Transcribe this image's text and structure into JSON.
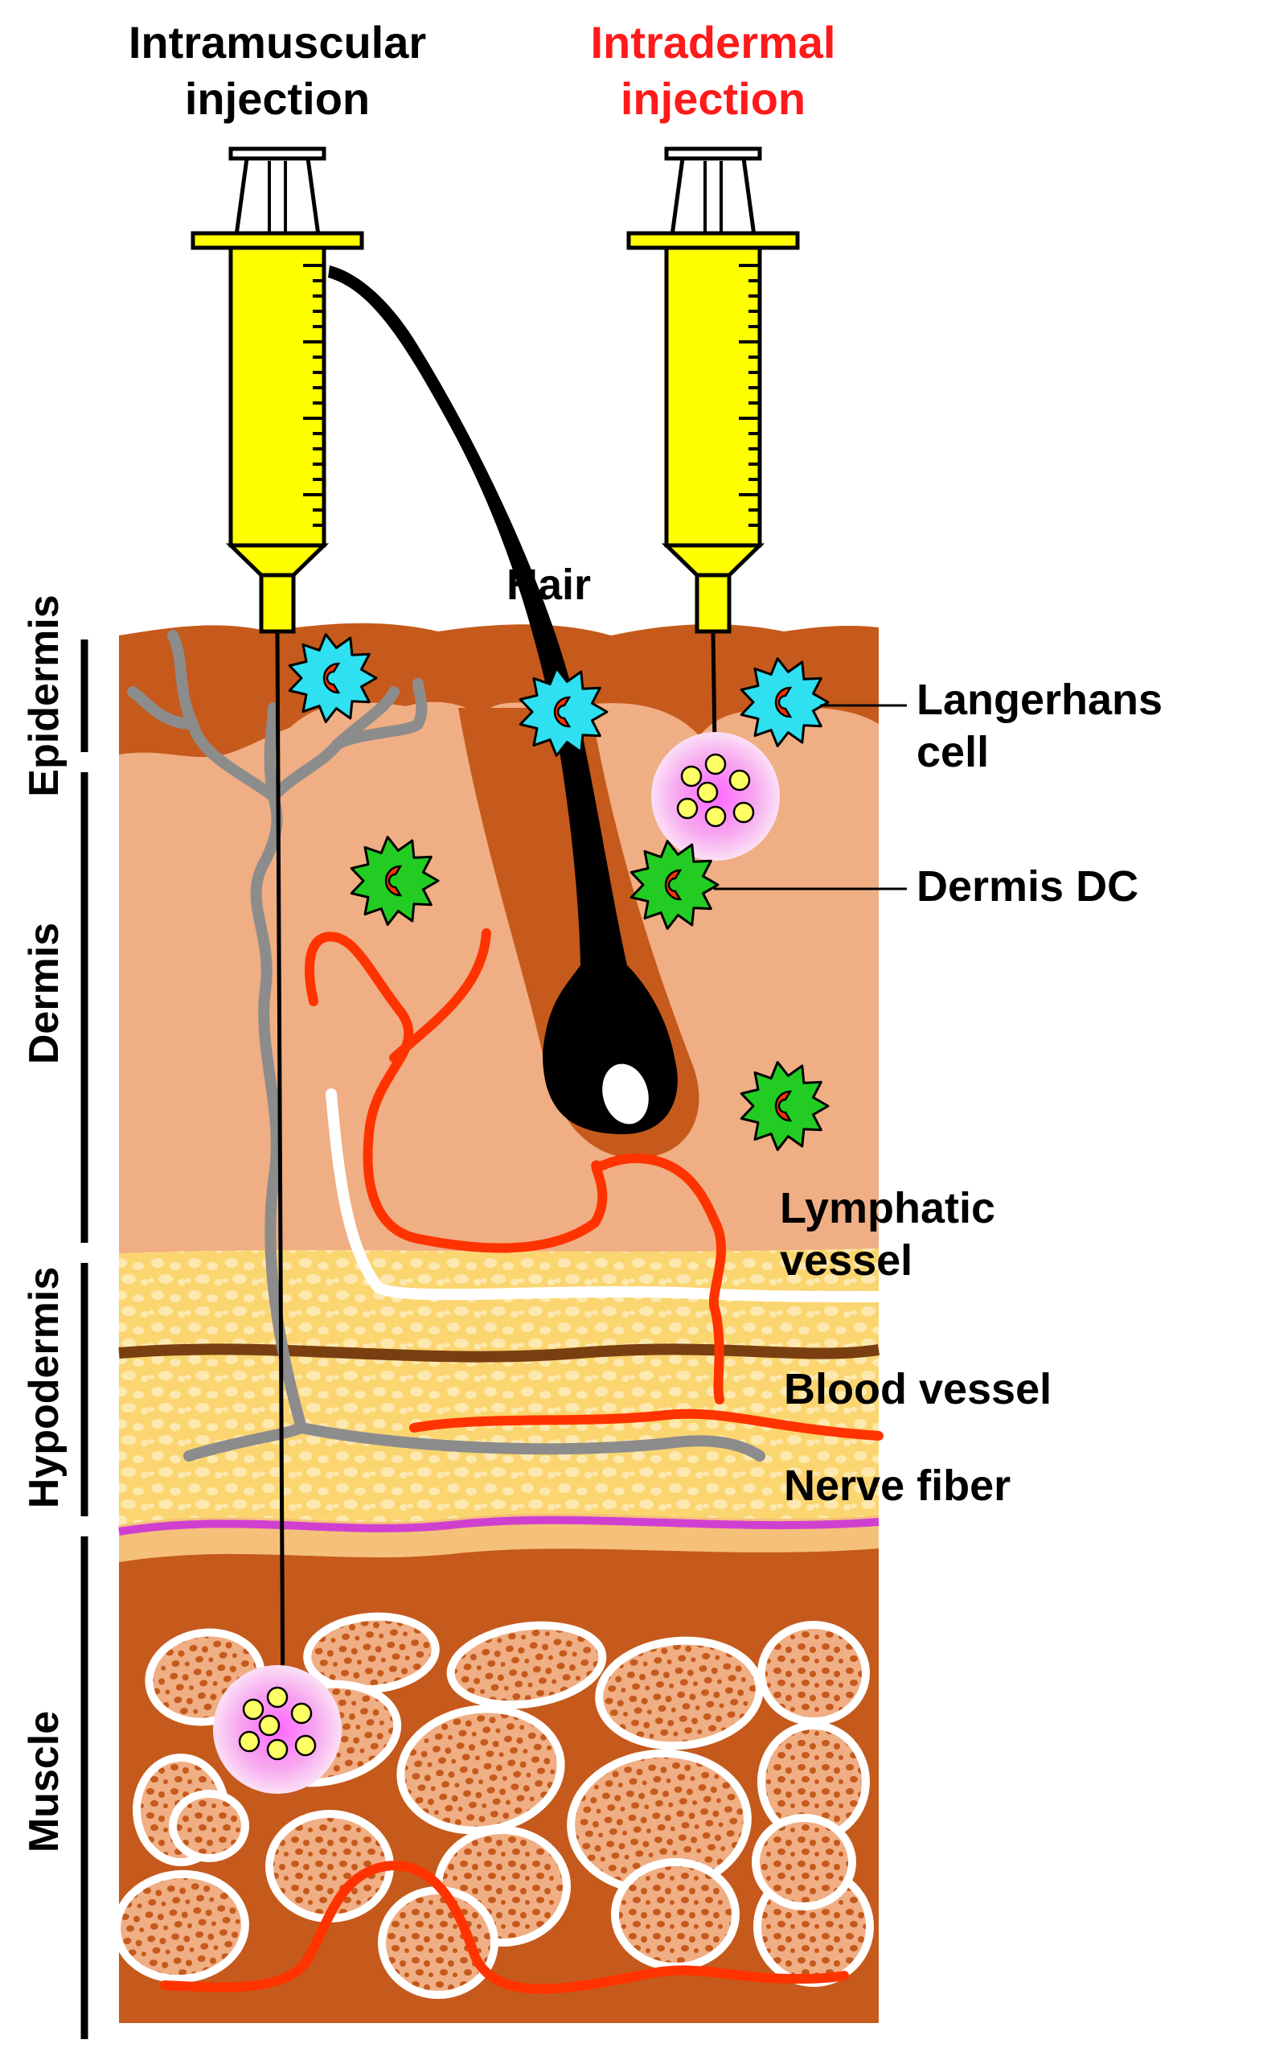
{
  "titles": {
    "intramuscular_line1": "Intramuscular",
    "intramuscular_line2": "injection",
    "intradermal_line1": "Intradermal",
    "intradermal_line2": "injection"
  },
  "layers": {
    "epidermis": "Epidermis",
    "dermis": "Dermis",
    "hypodermis": "Hypodermis",
    "muscle": "Muscle"
  },
  "labels": {
    "hair": "Hair",
    "langerhans_line1": "Langerhans",
    "langerhans_line2": "cell",
    "dermis_dc": "Dermis DC",
    "lymphatic_line1": "Lymphatic",
    "lymphatic_line2": "vessel",
    "blood_vessel": "Blood vessel",
    "nerve_fiber": "Nerve fiber"
  },
  "colors": {
    "accent_red": "#ff1a1a",
    "syringe_yellow": "#ffff00",
    "epidermis": "#c55a1c",
    "dermis": "#f0ae84",
    "hypodermis": "#fbd570",
    "muscle": "#c55a1c",
    "langerhans_cell": "#2ee0f0",
    "dermis_dc": "#22cc22",
    "blood_vessel": "#ff3300",
    "nerve": "#8c8c8c",
    "fascia": "#d040d0"
  },
  "icons": {
    "syringe": "syringe-icon",
    "langerhans": "langerhans-cell-icon",
    "dc": "dendritic-cell-icon",
    "depot": "vaccine-depot-icon",
    "hair": "hair-follicle-icon"
  }
}
